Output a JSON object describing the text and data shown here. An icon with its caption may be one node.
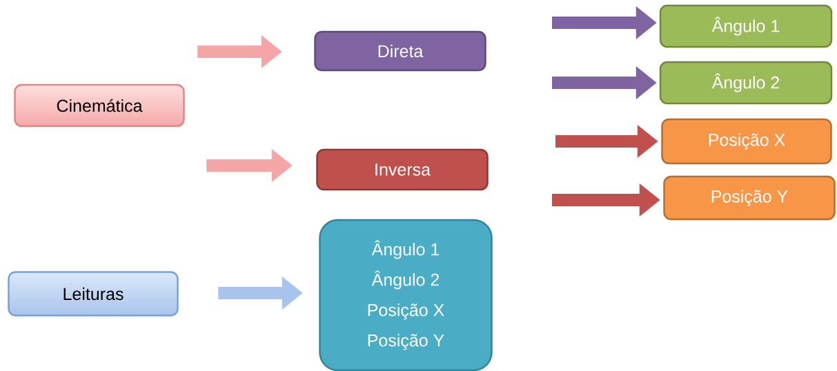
{
  "diagram": {
    "nodes": [
      {
        "text": [
          "Cinemática"
        ]
      },
      {
        "text": [
          "Direta"
        ]
      },
      {
        "text": [
          "Inversa"
        ]
      },
      {
        "text": [
          "Ângulo 1"
        ]
      },
      {
        "text": [
          "Ângulo 2"
        ]
      },
      {
        "text": [
          "Posição X"
        ]
      },
      {
        "text": [
          "Posição Y"
        ]
      },
      {
        "text": [
          "Leituras"
        ]
      },
      {
        "text": [
          "Ângulo 1",
          "Ângulo 2",
          "Posição X",
          "Posição Y"
        ]
      }
    ],
    "edges": [
      {
        "from": 0,
        "to": 1,
        "arrow": "to",
        "color": "#f4a6a6"
      },
      {
        "from": 0,
        "to": 2,
        "arrow": "to",
        "color": "#f4a6a6"
      },
      {
        "from": null,
        "to": 3,
        "arrow": "to",
        "color": "#8064a2"
      },
      {
        "from": null,
        "to": 4,
        "arrow": "to",
        "color": "#8064a2"
      },
      {
        "from": null,
        "to": 5,
        "arrow": "to",
        "color": "#c0504d"
      },
      {
        "from": null,
        "to": 6,
        "arrow": "to",
        "color": "#c0504d"
      },
      {
        "from": 7,
        "to": 8,
        "arrow": "to",
        "color": "#a9c4ec"
      }
    ]
  }
}
